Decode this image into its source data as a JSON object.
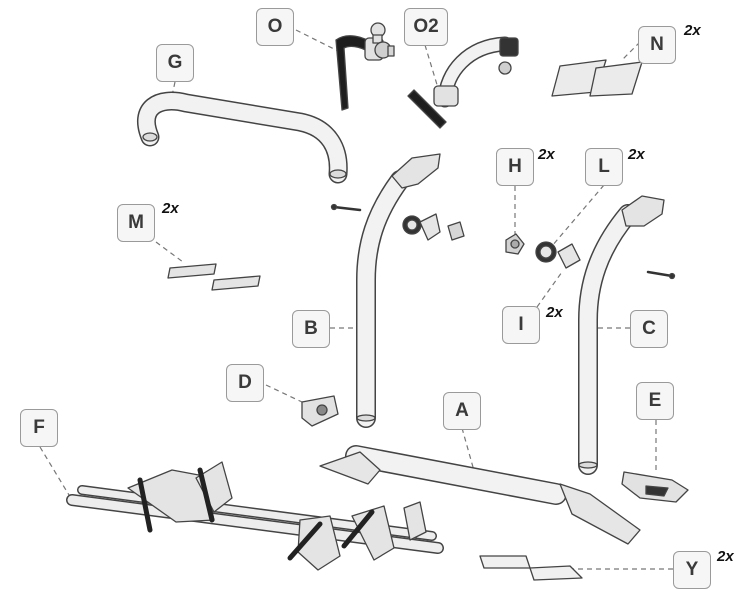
{
  "parts": [
    {
      "id": "O",
      "label": "O"
    },
    {
      "id": "O2",
      "label": "O2"
    },
    {
      "id": "N",
      "label": "N",
      "qty": "2x"
    },
    {
      "id": "G",
      "label": "G"
    },
    {
      "id": "H",
      "label": "H",
      "qty": "2x"
    },
    {
      "id": "L",
      "label": "L",
      "qty": "2x"
    },
    {
      "id": "M",
      "label": "M",
      "qty": "2x"
    },
    {
      "id": "I",
      "label": "I",
      "qty": "2x"
    },
    {
      "id": "B",
      "label": "B"
    },
    {
      "id": "C",
      "label": "C"
    },
    {
      "id": "D",
      "label": "D"
    },
    {
      "id": "E",
      "label": "E"
    },
    {
      "id": "A",
      "label": "A"
    },
    {
      "id": "F",
      "label": "F"
    },
    {
      "id": "Y",
      "label": "Y",
      "qty": "2x"
    }
  ],
  "colors": {
    "line": "#555555",
    "fill": "#e9e9e9",
    "dark": "#333333",
    "label_border": "#9a9a9a"
  }
}
